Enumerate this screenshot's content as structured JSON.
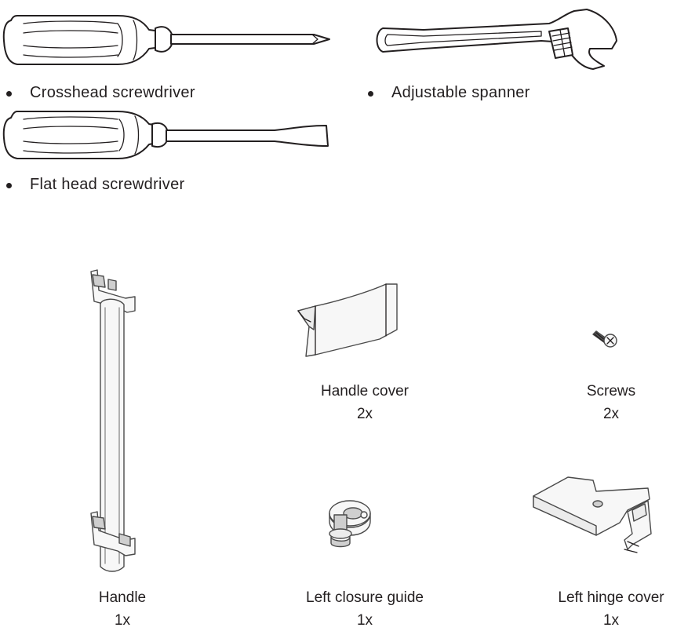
{
  "tools": [
    {
      "label": "Crosshead screwdriver",
      "icon": "crosshead-screwdriver-icon"
    },
    {
      "label": "Adjustable spanner",
      "icon": "adjustable-spanner-icon"
    },
    {
      "label": "Flat head screwdriver",
      "icon": "flat-head-screwdriver-icon"
    }
  ],
  "parts": [
    {
      "name": "Handle cover",
      "qty": "2x",
      "icon": "handle-cover-icon"
    },
    {
      "name": "Screws",
      "qty": "2x",
      "icon": "screw-icon"
    },
    {
      "name": "Handle",
      "qty": "1x",
      "icon": "handle-icon"
    },
    {
      "name": "Left closure guide",
      "qty": "1x",
      "icon": "closure-guide-icon"
    },
    {
      "name": "Left hinge cover",
      "qty": "1x",
      "icon": "hinge-cover-icon"
    }
  ]
}
